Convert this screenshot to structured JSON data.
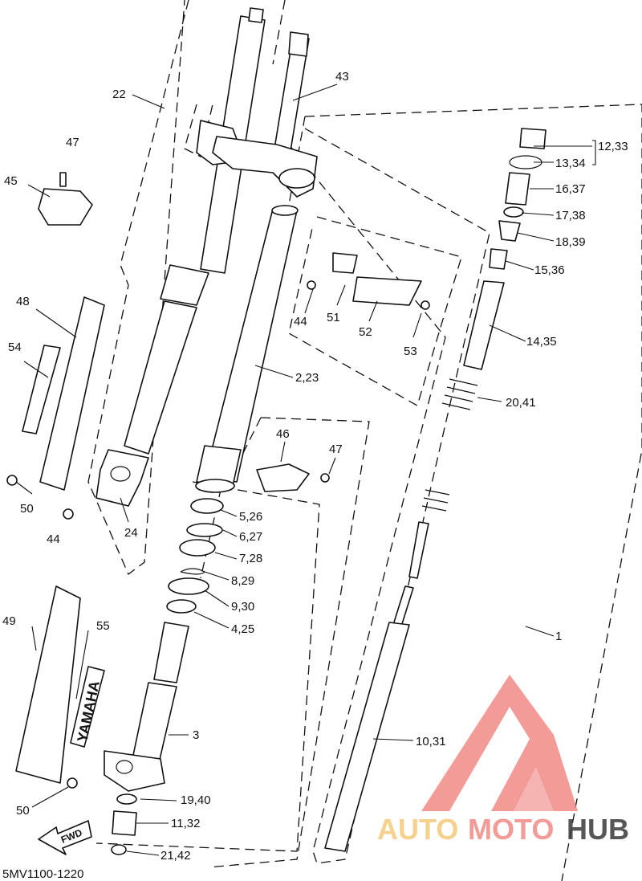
{
  "diagram": {
    "part_labels": [
      "1",
      "2,23",
      "3",
      "4,25",
      "5,26",
      "6,27",
      "7,28",
      "8,29",
      "9,30",
      "10,31",
      "11,32",
      "12,33",
      "13,34",
      "14,35",
      "15,36",
      "16,37",
      "17,38",
      "18,39",
      "19,40",
      "20,41",
      "21,42",
      "22",
      "24",
      "43",
      "44",
      "44",
      "45",
      "46",
      "47",
      "47",
      "48",
      "49",
      "50",
      "50",
      "51",
      "52",
      "53",
      "54",
      "55"
    ],
    "decal_text": "YAMAHA",
    "fwd_arrow_text": "FWD",
    "diagram_code": "5MV1100-1220"
  },
  "watermark": {
    "word_part1": "AUTO",
    "word_part2": "MOTO",
    "word_part3": "HUB",
    "color_primary": "#f08a86",
    "color_secondary": "#f5c97a",
    "color_dark": "#3a3a3a"
  }
}
